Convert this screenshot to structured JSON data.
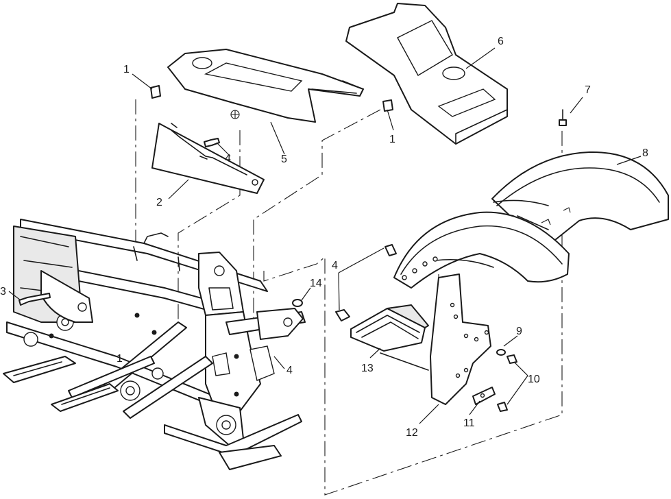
{
  "diagram": {
    "callouts": [
      {
        "id": "c1a",
        "text": "1"
      },
      {
        "id": "c1b",
        "text": "1"
      },
      {
        "id": "c1c",
        "text": "1"
      },
      {
        "id": "c2",
        "text": "2"
      },
      {
        "id": "c3",
        "text": "3"
      },
      {
        "id": "c4a",
        "text": "4"
      },
      {
        "id": "c4b",
        "text": "4"
      },
      {
        "id": "c4c",
        "text": "4"
      },
      {
        "id": "c5",
        "text": "5"
      },
      {
        "id": "c6",
        "text": "6"
      },
      {
        "id": "c7",
        "text": "7"
      },
      {
        "id": "c8",
        "text": "8"
      },
      {
        "id": "c9",
        "text": "9"
      },
      {
        "id": "c10",
        "text": "10"
      },
      {
        "id": "c11",
        "text": "11"
      },
      {
        "id": "c12",
        "text": "12"
      },
      {
        "id": "c13",
        "text": "13"
      },
      {
        "id": "c14",
        "text": "14"
      }
    ]
  }
}
